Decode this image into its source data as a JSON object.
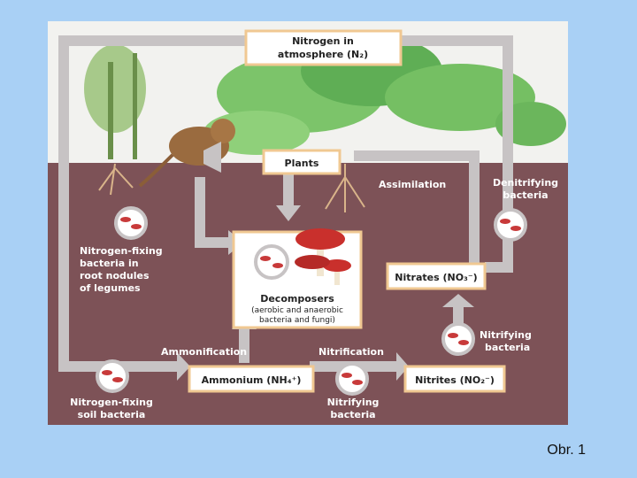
{
  "diagram": {
    "atmosphere": [
      "Nitrogen in",
      "atmosphere (N₂)"
    ],
    "plants": "Plants",
    "assimilation": "Assimilation",
    "denitrifying": [
      "Denitrifying",
      "bacteria"
    ],
    "fixing_root": [
      "Nitrogen-fixing",
      "bacteria in",
      "root nodules",
      "of legumes"
    ],
    "decomposers_title": "Decomposers",
    "decomposers_sub": [
      "(aerobic and anaerobic",
      "bacteria and fungi)"
    ],
    "nitrates": "Nitrates (NO₃⁻)",
    "ammonification": "Ammonification",
    "nitrification": "Nitrification",
    "nitrifying_right": [
      "Nitrifying",
      "bacteria"
    ],
    "ammonium": "Ammonium (NH₄⁺)",
    "nitrites": "Nitrites (NO₂⁻)",
    "fixing_soil": [
      "Nitrogen-fixing",
      "soil bacteria"
    ],
    "nitrifying_bottom": [
      "Nitrifying",
      "bacteria"
    ]
  },
  "caption": "Obr. 1",
  "colors": {
    "background": "#a9d0f5",
    "sky": "#f2f2ef",
    "soil": "#7d5257",
    "arrow": "#c7c3c4",
    "box": "#ffffff",
    "box_border": "#f0c892",
    "bacteria": "#c83a3a"
  }
}
